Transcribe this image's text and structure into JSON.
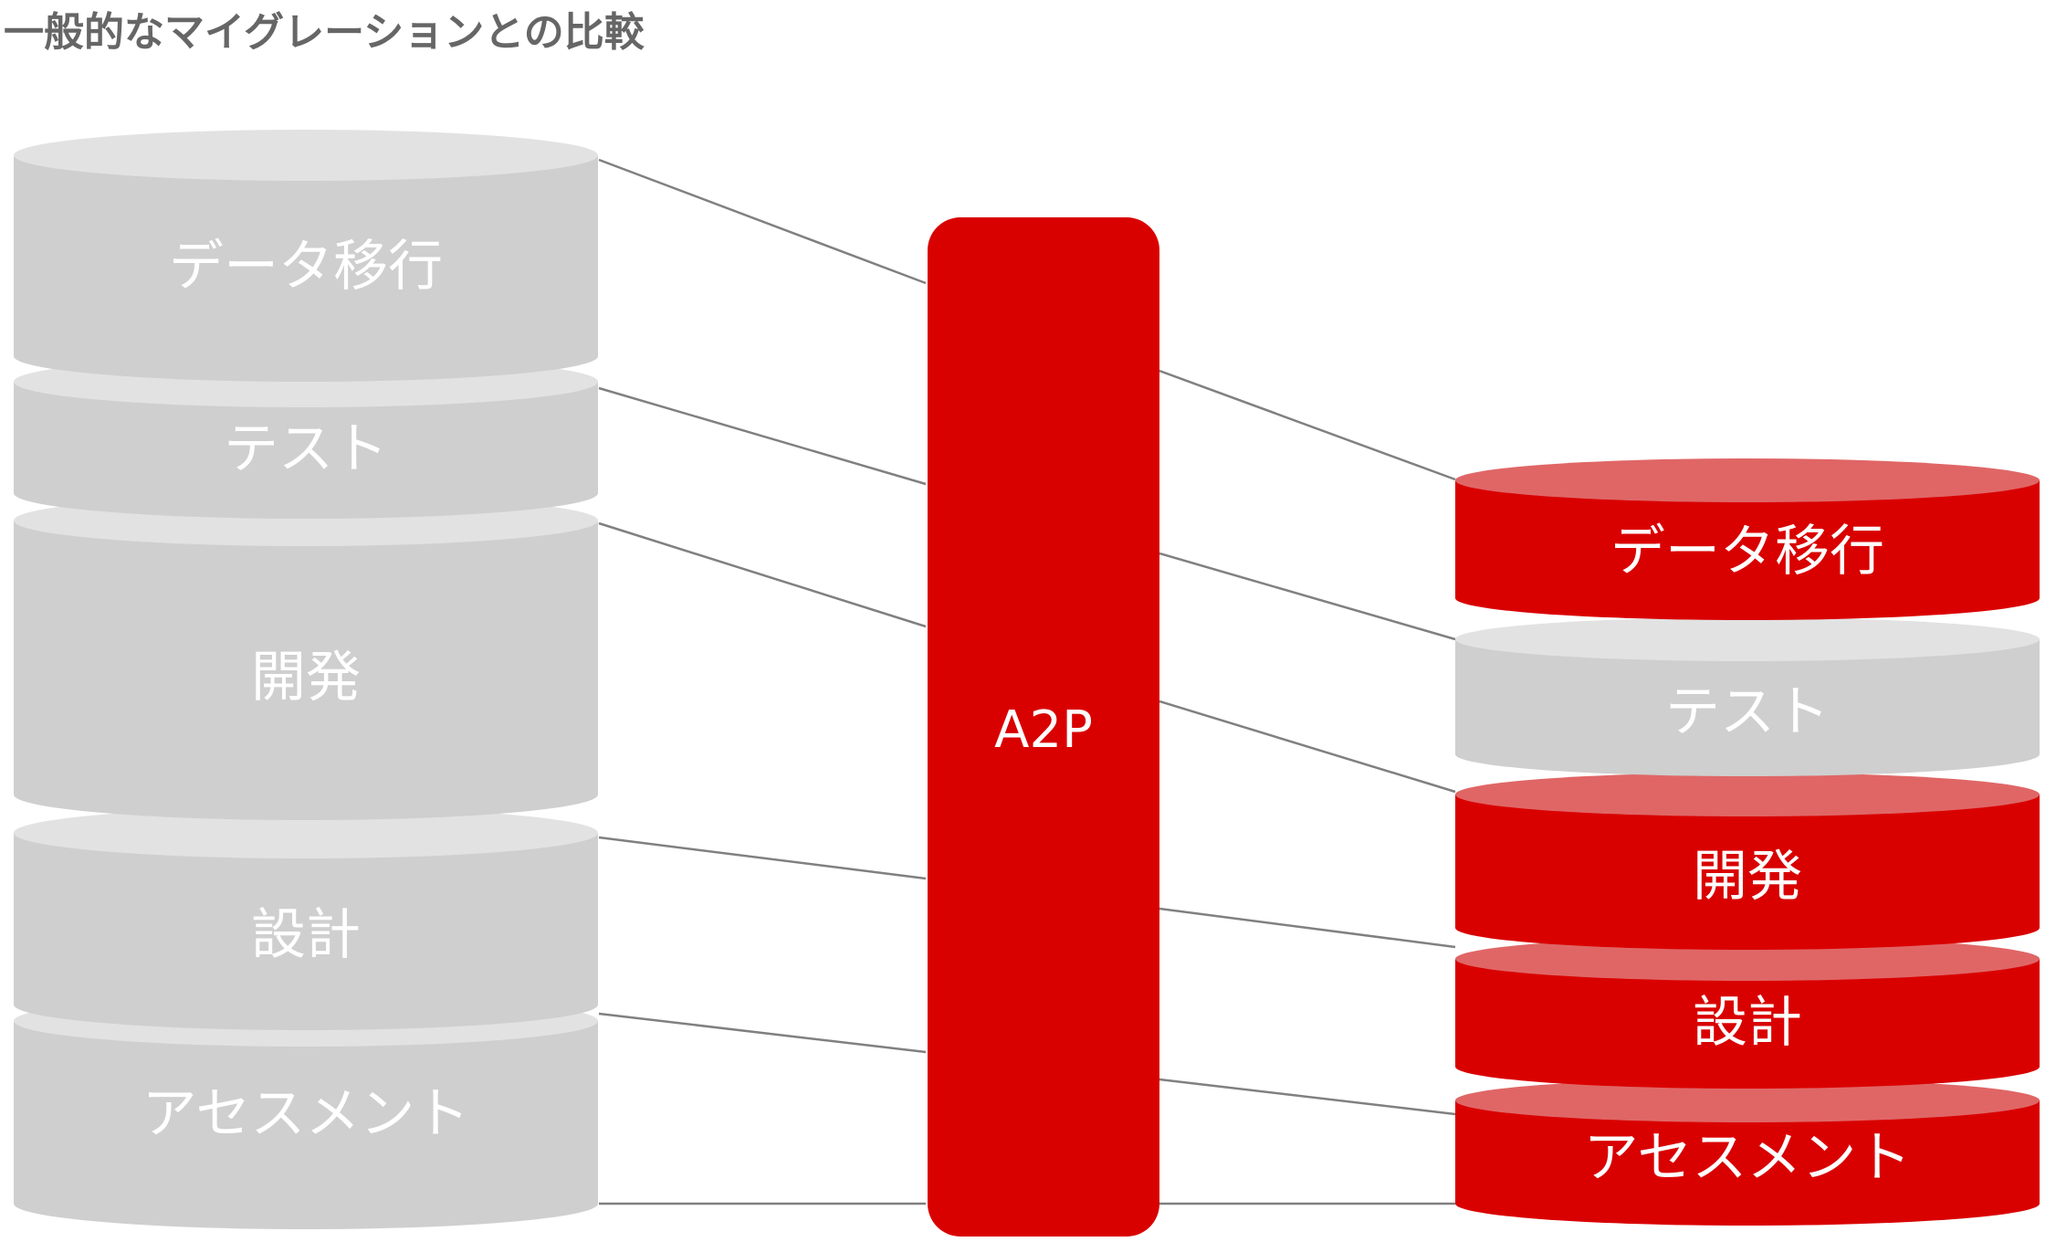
{
  "title": "一般的なマイグレーションとの比較",
  "center_label": "A2P",
  "colors": {
    "gray_body": "#cfcfcf",
    "gray_top": "#e2e2e2",
    "red_body": "#d90000",
    "red_top": "#e06666",
    "connector": "#808080",
    "title_text": "#666666"
  },
  "left_stack": [
    {
      "label": "データ移行"
    },
    {
      "label": "テスト"
    },
    {
      "label": "開発"
    },
    {
      "label": "設計"
    },
    {
      "label": "アセスメント"
    }
  ],
  "right_stack": [
    {
      "label": "データ移行",
      "highlighted": true
    },
    {
      "label": "テスト",
      "highlighted": false
    },
    {
      "label": "開発",
      "highlighted": true
    },
    {
      "label": "設計",
      "highlighted": true
    },
    {
      "label": "アセスメント",
      "highlighted": true
    }
  ]
}
